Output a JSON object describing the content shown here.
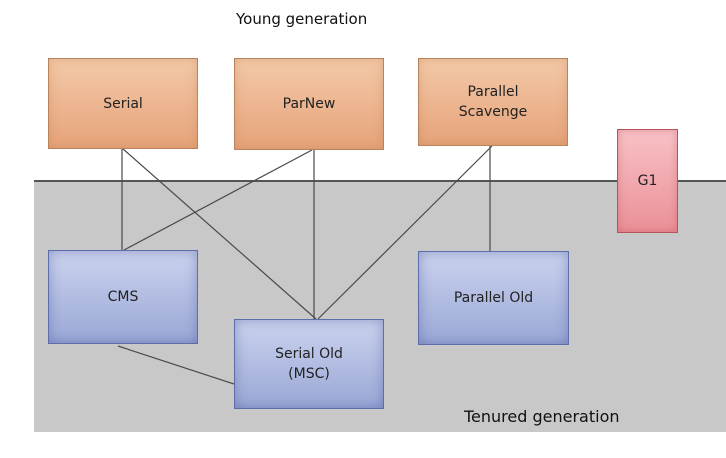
{
  "regions": {
    "young": "Young generation",
    "tenured": "Tenured generation"
  },
  "nodes": {
    "serial": "Serial",
    "parnew": "ParNew",
    "parallel_scavenge": "Parallel\nScavenge",
    "g1": "G1",
    "cms": "CMS",
    "serial_old": "Serial Old\n(MSC)",
    "parallel_old": "Parallel Old"
  },
  "edges": [
    {
      "from": "serial",
      "to": "cms"
    },
    {
      "from": "serial",
      "to": "serial_old"
    },
    {
      "from": "parnew",
      "to": "cms"
    },
    {
      "from": "parnew",
      "to": "serial_old"
    },
    {
      "from": "parallel_scavenge",
      "to": "serial_old"
    },
    {
      "from": "parallel_scavenge",
      "to": "parallel_old"
    },
    {
      "from": "cms",
      "to": "serial_old"
    }
  ],
  "colors": {
    "young_fill": "#eeb38e",
    "tenured_fill": "#aeb9e0",
    "g1_fill": "#f0a4aa",
    "tenured_area": "#c8c8c8"
  }
}
